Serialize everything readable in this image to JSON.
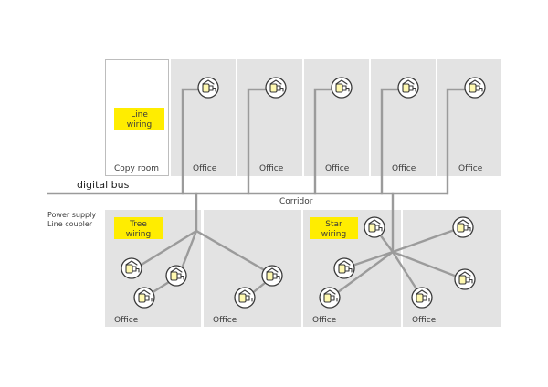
{
  "rooms": {
    "copy_room": "Copy room",
    "office": "Office",
    "corridor": "Corridor"
  },
  "bus": {
    "label": "digital bus",
    "power_supply": "Power supply",
    "line_coupler": "Line coupler"
  },
  "wiring": {
    "line": [
      "Line",
      "wiring"
    ],
    "tree": [
      "Tree",
      "wiring"
    ],
    "star": [
      "Star",
      "wiring"
    ]
  },
  "colors": {
    "accent": "#ffed00",
    "room_fill": "#e3e3e3",
    "wire": "#9b9b9b"
  },
  "icons": {
    "lamp": "lamp-icon"
  }
}
